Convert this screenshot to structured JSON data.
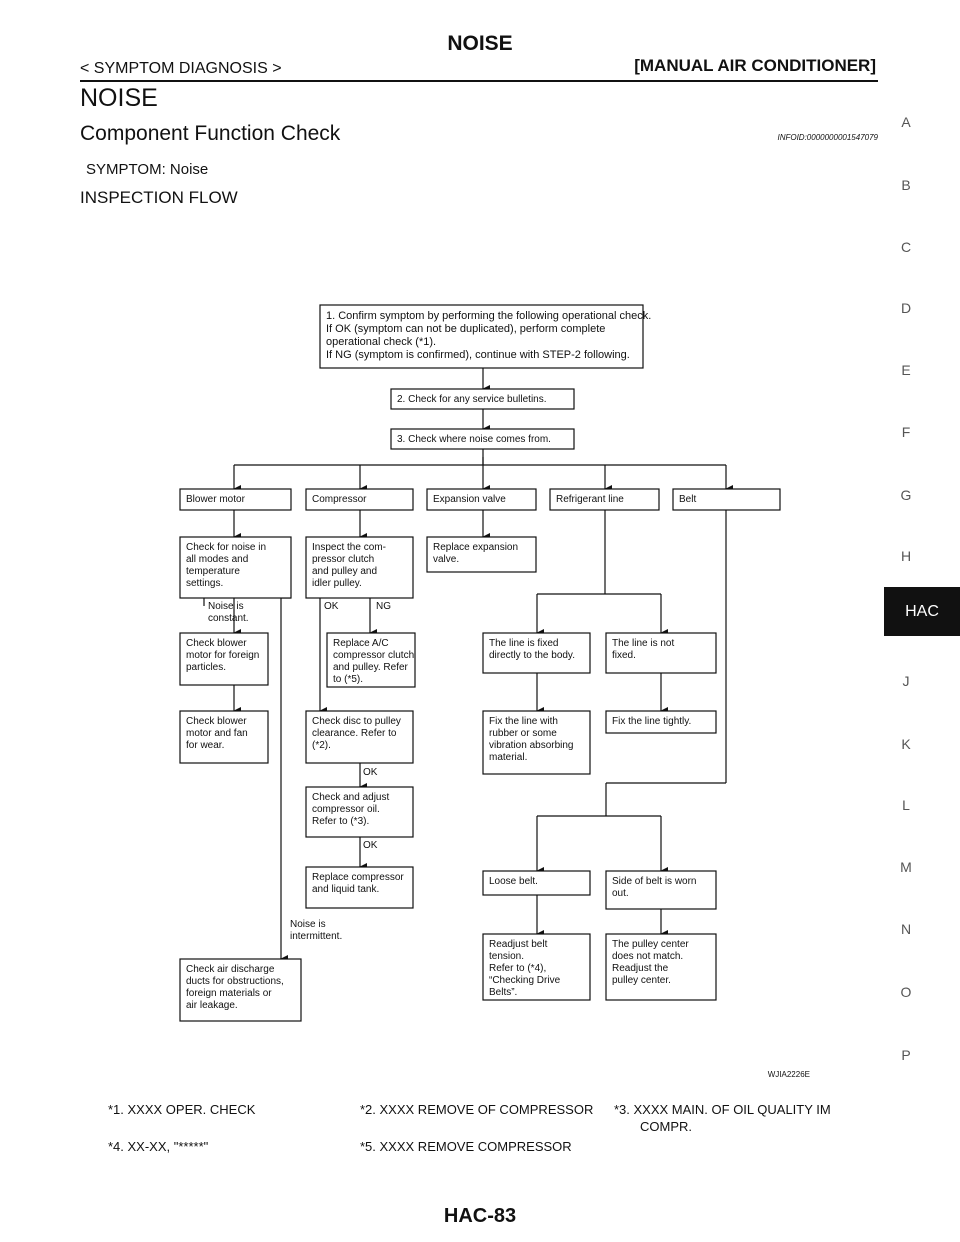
{
  "header": {
    "title": "NOISE",
    "breadcrumb": "< SYMPTOM DIAGNOSIS >",
    "section": "[MANUAL AIR CONDITIONER]"
  },
  "page": {
    "heading": "NOISE",
    "subheading": "Component Function Check",
    "info_id": "INFOID:0000000001547079",
    "symptom": "SYMPTOM: Noise",
    "flow_title": "INSPECTION FLOW",
    "figure_id": "WJIA2226E",
    "page_number": "HAC-83"
  },
  "side_index": {
    "letters": [
      "A",
      "B",
      "C",
      "D",
      "E",
      "F",
      "G",
      "H",
      "J",
      "K",
      "L",
      "M",
      "N",
      "O",
      "P"
    ],
    "active": "HAC"
  },
  "flow": {
    "step1": [
      "1. Confirm symptom by performing the following operational check.",
      "If OK (symptom can not be duplicated), perform complete",
      "operational check (*1).",
      "If NG (symptom is confirmed), continue with STEP-2 following."
    ],
    "step2": [
      "2. Check for any service bulletins."
    ],
    "step3": [
      "3. Check where noise comes from."
    ],
    "blower": [
      "Blower motor"
    ],
    "compressor": [
      "Compressor"
    ],
    "expansion": [
      "Expansion valve"
    ],
    "refrigerant": [
      "Refrigerant line"
    ],
    "belt": [
      "Belt"
    ],
    "blower_check": [
      "Check for noise in",
      "all modes and",
      "temperature",
      "settings."
    ],
    "comp_inspect": [
      "Inspect the com-",
      "pressor clutch",
      "and pulley and",
      "idler pulley."
    ],
    "exp_replace": [
      "Replace expansion",
      "valve."
    ],
    "blower_foreign": [
      "Check blower",
      "motor for foreign",
      "particles."
    ],
    "blower_wear": [
      "Check blower",
      "motor and fan",
      "for wear."
    ],
    "comp_replace_clutch": [
      "Replace A/C",
      "compressor clutch",
      "and pulley. Refer",
      "to (*5)."
    ],
    "comp_disc": [
      "Check disc to pulley",
      "clearance. Refer to",
      "(*2)."
    ],
    "comp_oil": [
      "Check and adjust",
      "compressor oil.",
      "Refer to (*3)."
    ],
    "comp_replace": [
      "Replace compressor",
      "and liquid tank."
    ],
    "line_fixed": [
      "The line is fixed",
      "directly to the body."
    ],
    "line_notfixed": [
      "The line is not",
      "fixed."
    ],
    "line_rubber": [
      "Fix the line with",
      "rubber or some",
      "vibration absorbing",
      "material."
    ],
    "line_tight": [
      "Fix the line tightly."
    ],
    "belt_loose": [
      "Loose belt."
    ],
    "belt_worn": [
      "Side of belt is worn",
      "out."
    ],
    "belt_adjust": [
      "Readjust belt",
      "tension.",
      "Refer to (*4),",
      "“Checking Drive",
      "Belts”."
    ],
    "belt_pulley": [
      "The pulley center",
      "does not match.",
      "Readjust the",
      "pulley center."
    ],
    "air_discharge": [
      "Check air discharge",
      "ducts for obstructions,",
      "foreign materials or",
      "air leakage."
    ],
    "labels": {
      "constant": [
        "Noise is",
        "constant."
      ],
      "ok": "OK",
      "ng": "NG",
      "ok2": "OK",
      "ok3": "OK",
      "intermittent": [
        "Noise is",
        "intermittent."
      ]
    }
  },
  "footnotes": {
    "f1": "*1.   XXXX OPER. CHECK",
    "f2": "*2.   XXXX REMOVE OF COMPRESSOR",
    "f3a": "*3.   XXXX MAIN. OF OIL QUALITY IM",
    "f3b": "COMPR.",
    "f4": "*4.   XX-XX, \"*****\"",
    "f5": "*5.   XXXX REMOVE COMPRESSOR"
  }
}
